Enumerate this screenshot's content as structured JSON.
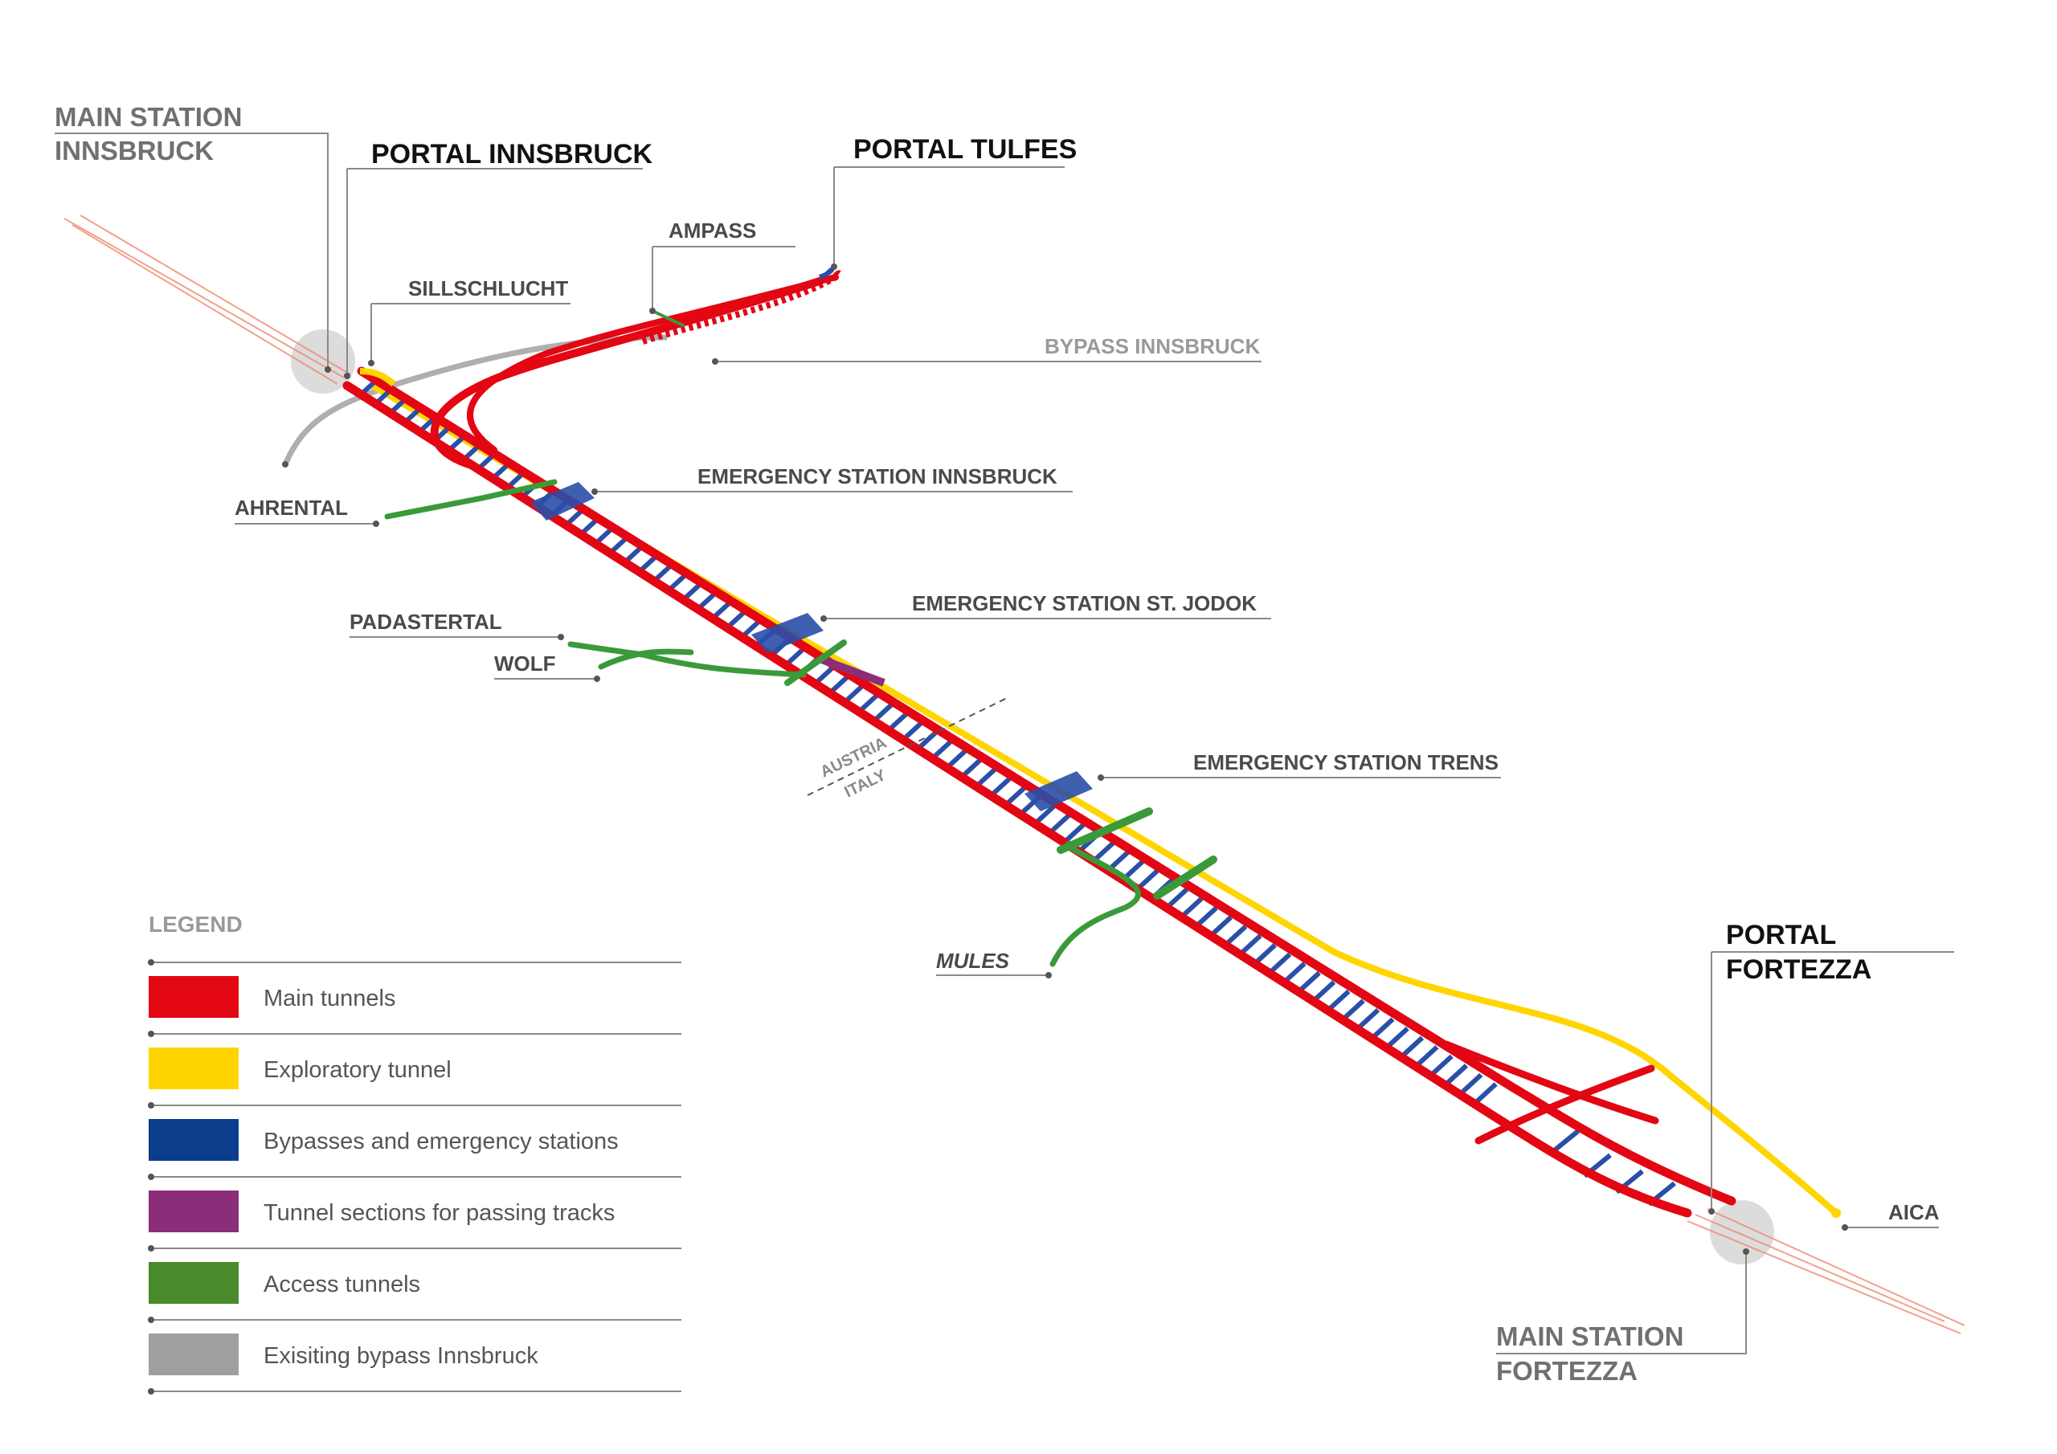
{
  "labels": {
    "main_station_innsbruck": [
      "MAIN STATION",
      "INNSBRUCK"
    ],
    "portal_innsbruck": "PORTAL INNSBRUCK",
    "portal_tulfes": "PORTAL TULFES",
    "ampass": "AMPASS",
    "sillschlucht": "SILLSCHLUCHT",
    "bypass_innsbruck": "BYPASS INNSBRUCK",
    "ahrental": "AHRENTAL",
    "emergency_innsbruck": "EMERGENCY STATION  INNSBRUCK",
    "padastertal": "PADASTERTAL",
    "wolf": "WOLF",
    "emergency_st_jodok": "EMERGENCY STATION  ST. JODOK",
    "emergency_trens": "EMERGENCY STATION TRENS",
    "mules": "MULES",
    "portal_fortezza": [
      "PORTAL",
      "FORTEZZA"
    ],
    "aica": "AICA",
    "main_station_fortezza": [
      "MAIN STATION",
      "FORTEZZA"
    ]
  },
  "border": {
    "upper": "AUSTRIA",
    "lower": "ITALY"
  },
  "legend": {
    "title": "LEGEND",
    "items": [
      {
        "label": "Main tunnels",
        "color": "#e30613"
      },
      {
        "label": "Exploratory tunnel",
        "color": "#ffd500"
      },
      {
        "label": "Bypasses and emergency stations",
        "color": "#0b3d8c"
      },
      {
        "label": "Tunnel sections for passing tracks",
        "color": "#8b2e7a"
      },
      {
        "label": "Access tunnels",
        "color": "#4a8a2a"
      },
      {
        "label": "Exisiting bypass Innsbruck",
        "color": "#a09e9e"
      }
    ]
  },
  "colors": {
    "main_tunnel": "#e30613",
    "exploratory": "#ffd500",
    "bypass": "#2a4fa8",
    "passing": "#8b2e7a",
    "access": "#3a9a3a",
    "existing_bypass": "#b0aeae",
    "station_circle": "#d9d9d9"
  }
}
